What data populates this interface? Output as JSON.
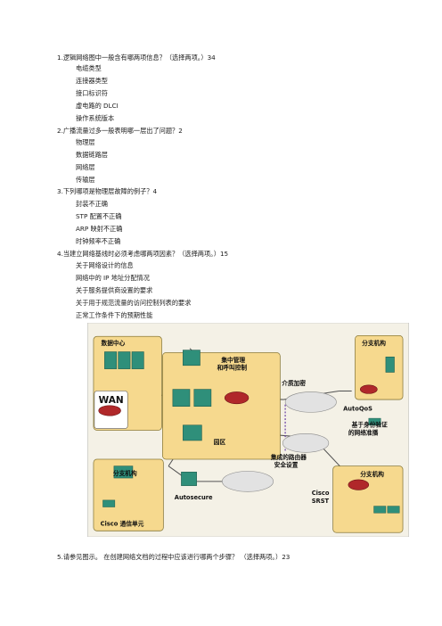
{
  "questions": [
    {
      "title": "1.逻辑网络图中一般含有哪两项信息？（选择两项。）34",
      "options": [
        "电缆类型",
        "连接器类型",
        "接口标识符",
        "虚电路的  DLCI",
        "操作系统版本"
      ]
    },
    {
      "title": "2.广播流量过多一般表明哪一层出了问题？2",
      "options": [
        "物理层",
        "数据链路层",
        "网络层",
        "传输层"
      ]
    },
    {
      "title": "3.下列哪项是物理层故障的例子？4",
      "options": [
        "封装不正确",
        "STP  配置不正确",
        "ARP  映射不正确",
        "时钟频率不正确"
      ]
    },
    {
      "title": "4.当建立网络基线时必须考虑哪两项因素？（选择两项。）15",
      "options": [
        "关于网络设计的信息",
        "网络中的  IP  地址分配情况",
        "关于服务提供商设置的要求",
        "关于用于规范流量的访问控制列表的要求",
        "正常工作条件下的预期性能"
      ]
    }
  ],
  "figure": {
    "labels": {
      "datacenter": "数据中心",
      "central": "集中管理\n和呼叫控制",
      "branch_top": "分支机构",
      "wan": "WAN",
      "media_encrypt": "介质加密",
      "autoqos": "AutoQoS",
      "campus": "园区",
      "identity": "基于身份验证\n的网络准播",
      "integrated": "集成的路由器\n安全设置",
      "branch_left": "分支机构",
      "autosecure": "Autosecure",
      "cisco_srst": "Cisco\nSRST",
      "branch_right": "分支机构",
      "cisco_unity": "Cisco  通信单元"
    },
    "colors": {
      "bg": "#f4f1e6",
      "zone": "#f6d98e",
      "zone_border": "#8a7a3a",
      "device": "#2f8f7a",
      "router": "#b0282a",
      "cloud": "#e2e2e2"
    }
  },
  "question5": "5.请参见图示。  在创建网络文档的过程中应该进行哪两个步骤？  （选择两项。）23"
}
